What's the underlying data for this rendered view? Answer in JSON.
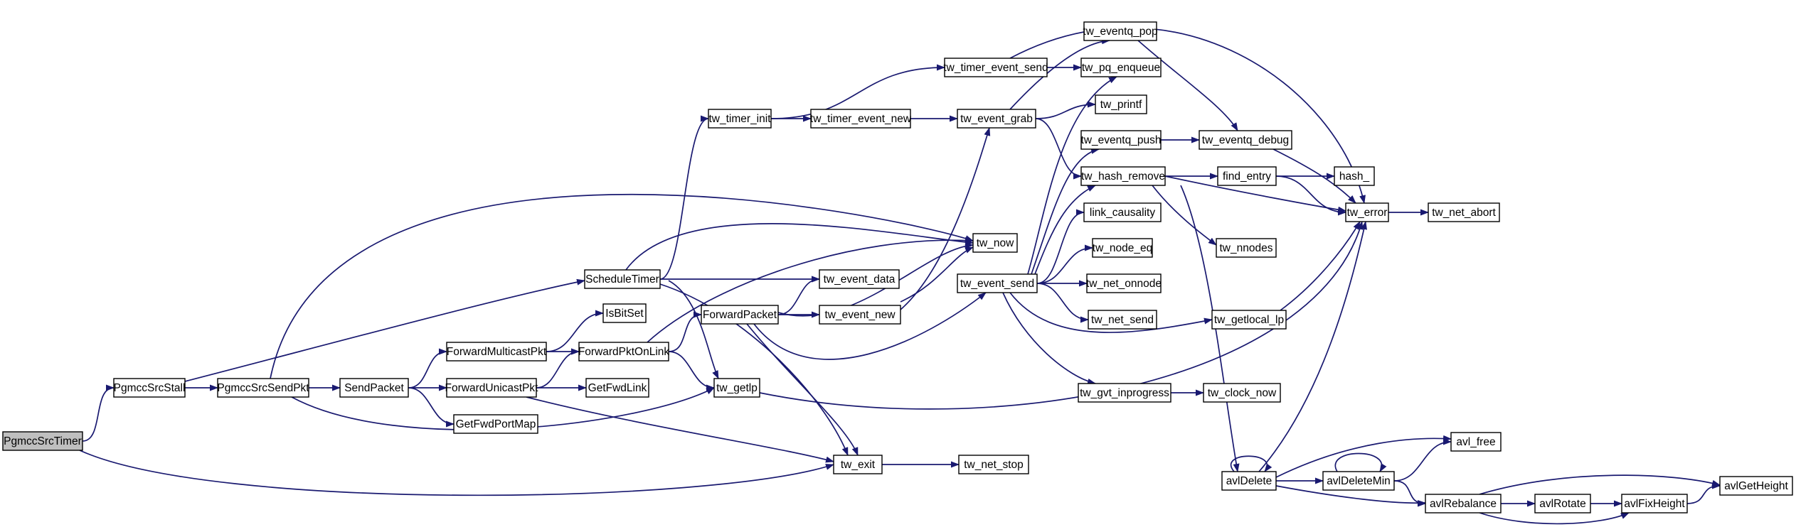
{
  "colors": {
    "edge": "#191970",
    "node_fill": "#ffffff",
    "root_fill": "#bfbfbf",
    "border": "#000000"
  },
  "nodes": [
    {
      "id": "PgmccSrcTimer",
      "label": "PgmccSrcTimer",
      "root": true
    },
    {
      "id": "PgmccSrcStall",
      "label": "PgmccSrcStall"
    },
    {
      "id": "PgmccSrcSendPkt",
      "label": "PgmccSrcSendPkt"
    },
    {
      "id": "SendPacket",
      "label": "SendPacket"
    },
    {
      "id": "ScheduleTimer",
      "label": "ScheduleTimer"
    },
    {
      "id": "IsBitSet",
      "label": "IsBitSet"
    },
    {
      "id": "ForwardMulticastPkt",
      "label": "ForwardMulticastPkt"
    },
    {
      "id": "ForwardUnicastPkt",
      "label": "ForwardUnicastPkt"
    },
    {
      "id": "GetFwdPortMap",
      "label": "GetFwdPortMap"
    },
    {
      "id": "ForwardPktOnLink",
      "label": "ForwardPktOnLink"
    },
    {
      "id": "GetFwdLink",
      "label": "GetFwdLink"
    },
    {
      "id": "tw_timer_init",
      "label": "tw_timer_init"
    },
    {
      "id": "ForwardPacket",
      "label": "ForwardPacket"
    },
    {
      "id": "tw_getlp",
      "label": "tw_getlp"
    },
    {
      "id": "tw_exit",
      "label": "tw_exit"
    },
    {
      "id": "tw_timer_event_new",
      "label": "tw_timer_event_new"
    },
    {
      "id": "tw_event_data",
      "label": "tw_event_data"
    },
    {
      "id": "tw_event_new",
      "label": "tw_event_new"
    },
    {
      "id": "tw_now",
      "label": "tw_now"
    },
    {
      "id": "tw_net_stop",
      "label": "tw_net_stop"
    },
    {
      "id": "tw_timer_event_send",
      "label": "tw_timer_event_send"
    },
    {
      "id": "tw_event_grab",
      "label": "tw_event_grab"
    },
    {
      "id": "tw_event_send",
      "label": "tw_event_send"
    },
    {
      "id": "tw_eventq_pop",
      "label": "tw_eventq_pop"
    },
    {
      "id": "tw_pq_enqueue",
      "label": "tw_pq_enqueue"
    },
    {
      "id": "tw_printf",
      "label": "tw_printf"
    },
    {
      "id": "tw_eventq_push",
      "label": "tw_eventq_push"
    },
    {
      "id": "tw_hash_remove",
      "label": "tw_hash_remove"
    },
    {
      "id": "link_causality",
      "label": "link_causality"
    },
    {
      "id": "tw_node_eq",
      "label": "tw_node_eq"
    },
    {
      "id": "tw_net_onnode",
      "label": "tw_net_onnode"
    },
    {
      "id": "tw_net_send",
      "label": "tw_net_send"
    },
    {
      "id": "tw_gvt_inprogress",
      "label": "tw_gvt_inprogress"
    },
    {
      "id": "tw_eventq_debug",
      "label": "tw_eventq_debug"
    },
    {
      "id": "find_entry",
      "label": "find_entry"
    },
    {
      "id": "tw_nnodes",
      "label": "tw_nnodes"
    },
    {
      "id": "tw_getlocal_lp",
      "label": "tw_getlocal_lp"
    },
    {
      "id": "tw_clock_now",
      "label": "tw_clock_now"
    },
    {
      "id": "avlDelete",
      "label": "avlDelete"
    },
    {
      "id": "hash_",
      "label": "hash_"
    },
    {
      "id": "tw_error",
      "label": "tw_error"
    },
    {
      "id": "avlDeleteMin",
      "label": "avlDeleteMin"
    },
    {
      "id": "tw_net_abort",
      "label": "tw_net_abort"
    },
    {
      "id": "avl_free",
      "label": "avl_free"
    },
    {
      "id": "avlRebalance",
      "label": "avlRebalance"
    },
    {
      "id": "avlRotate",
      "label": "avlRotate"
    },
    {
      "id": "avlFixHeight",
      "label": "avlFixHeight"
    },
    {
      "id": "avlGetHeight",
      "label": "avlGetHeight"
    }
  ],
  "edges": [
    [
      "PgmccSrcTimer",
      "PgmccSrcStall"
    ],
    [
      "PgmccSrcTimer",
      "tw_exit"
    ],
    [
      "PgmccSrcStall",
      "PgmccSrcSendPkt"
    ],
    [
      "PgmccSrcStall",
      "ScheduleTimer"
    ],
    [
      "PgmccSrcSendPkt",
      "SendPacket"
    ],
    [
      "PgmccSrcSendPkt",
      "tw_getlp"
    ],
    [
      "PgmccSrcSendPkt",
      "tw_now"
    ],
    [
      "SendPacket",
      "ForwardMulticastPkt"
    ],
    [
      "SendPacket",
      "ForwardUnicastPkt"
    ],
    [
      "SendPacket",
      "GetFwdPortMap"
    ],
    [
      "ScheduleTimer",
      "tw_timer_init"
    ],
    [
      "ScheduleTimer",
      "tw_now"
    ],
    [
      "ScheduleTimer",
      "tw_event_data"
    ],
    [
      "ScheduleTimer",
      "tw_getlp"
    ],
    [
      "ScheduleTimer",
      "tw_exit"
    ],
    [
      "ForwardMulticastPkt",
      "IsBitSet"
    ],
    [
      "ForwardMulticastPkt",
      "ForwardPktOnLink"
    ],
    [
      "ForwardUnicastPkt",
      "ForwardPktOnLink"
    ],
    [
      "ForwardUnicastPkt",
      "GetFwdLink"
    ],
    [
      "ForwardUnicastPkt",
      "tw_exit"
    ],
    [
      "ForwardPktOnLink",
      "ForwardPacket"
    ],
    [
      "ForwardPktOnLink",
      "tw_getlp"
    ],
    [
      "ForwardPktOnLink",
      "tw_now"
    ],
    [
      "ForwardPacket",
      "tw_event_data"
    ],
    [
      "ForwardPacket",
      "tw_event_new"
    ],
    [
      "ForwardPacket",
      "tw_now"
    ],
    [
      "ForwardPacket",
      "tw_event_send"
    ],
    [
      "ForwardPacket",
      "tw_exit"
    ],
    [
      "tw_timer_init",
      "tw_timer_event_new"
    ],
    [
      "tw_timer_init",
      "tw_timer_event_send"
    ],
    [
      "tw_timer_event_new",
      "tw_event_grab"
    ],
    [
      "tw_event_new",
      "tw_event_grab"
    ],
    [
      "tw_event_new",
      "tw_now"
    ],
    [
      "tw_exit",
      "tw_net_stop"
    ],
    [
      "tw_timer_event_send",
      "tw_pq_enqueue"
    ],
    [
      "tw_timer_event_send",
      "tw_error"
    ],
    [
      "tw_event_grab",
      "tw_eventq_pop"
    ],
    [
      "tw_event_grab",
      "tw_printf"
    ],
    [
      "tw_event_grab",
      "tw_hash_remove"
    ],
    [
      "tw_event_send",
      "tw_pq_enqueue"
    ],
    [
      "tw_event_send",
      "tw_eventq_push"
    ],
    [
      "tw_event_send",
      "tw_hash_remove"
    ],
    [
      "tw_event_send",
      "link_causality"
    ],
    [
      "tw_event_send",
      "tw_node_eq"
    ],
    [
      "tw_event_send",
      "tw_net_onnode"
    ],
    [
      "tw_event_send",
      "tw_net_send"
    ],
    [
      "tw_event_send",
      "tw_getlocal_lp"
    ],
    [
      "tw_event_send",
      "tw_gvt_inprogress"
    ],
    [
      "tw_eventq_pop",
      "tw_eventq_debug"
    ],
    [
      "tw_eventq_push",
      "tw_eventq_debug"
    ],
    [
      "tw_hash_remove",
      "find_entry"
    ],
    [
      "tw_hash_remove",
      "tw_error"
    ],
    [
      "tw_hash_remove",
      "tw_nnodes"
    ],
    [
      "tw_hash_remove",
      "avlDelete"
    ],
    [
      "tw_eventq_debug",
      "tw_error"
    ],
    [
      "find_entry",
      "hash_"
    ],
    [
      "find_entry",
      "tw_error"
    ],
    [
      "tw_getlocal_lp",
      "tw_error"
    ],
    [
      "tw_gvt_inprogress",
      "tw_clock_now"
    ],
    [
      "tw_getlp",
      "tw_error"
    ],
    [
      "avlDelete",
      "avlDelete"
    ],
    [
      "avlDelete",
      "tw_error"
    ],
    [
      "avlDelete",
      "avlDeleteMin"
    ],
    [
      "avlDelete",
      "avl_free"
    ],
    [
      "avlDelete",
      "avlRebalance"
    ],
    [
      "avlDeleteMin",
      "avlDeleteMin"
    ],
    [
      "avlDeleteMin",
      "avl_free"
    ],
    [
      "avlDeleteMin",
      "avlRebalance"
    ],
    [
      "tw_error",
      "tw_net_abort"
    ],
    [
      "avlRebalance",
      "avlRotate"
    ],
    [
      "avlRebalance",
      "avlFixHeight"
    ],
    [
      "avlRebalance",
      "avlGetHeight"
    ],
    [
      "avlRotate",
      "avlFixHeight"
    ],
    [
      "avlFixHeight",
      "avlGetHeight"
    ]
  ]
}
